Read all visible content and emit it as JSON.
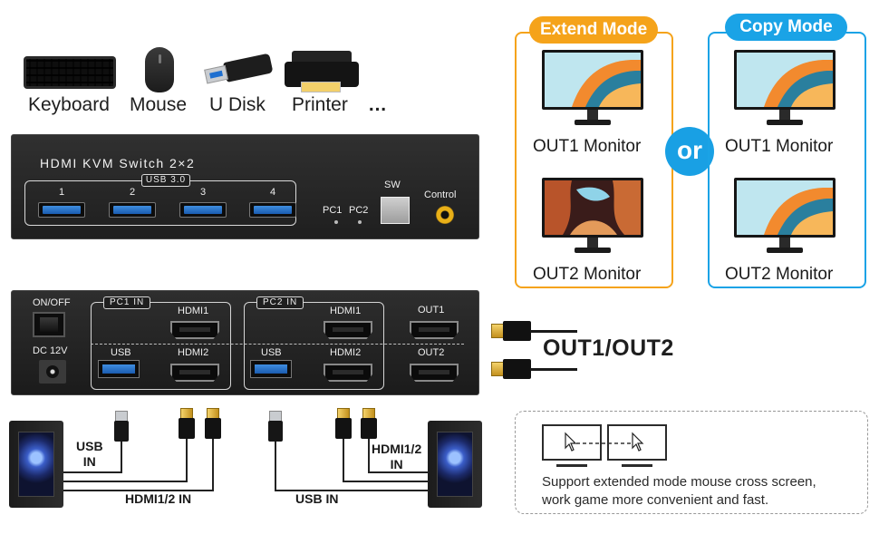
{
  "peripherals": {
    "keyboard": "Keyboard",
    "mouse": "Mouse",
    "udisk": "U Disk",
    "printer": "Printer",
    "more": "…"
  },
  "front_panel": {
    "title": "HDMI KVM Switch 2×2",
    "usb_tag": "USB 3.0",
    "ports": [
      "1",
      "2",
      "3",
      "4"
    ],
    "pc1": "PC1",
    "pc2": "PC2",
    "sw": "SW",
    "control": "Control"
  },
  "back_panel": {
    "on_off": "ON/OFF",
    "dc": "DC 12V",
    "pc1_in": "PC1 IN",
    "pc2_in": "PC2 IN",
    "hdmi1": "HDMI1",
    "hdmi2": "HDMI2",
    "usb": "USB",
    "out1": "OUT1",
    "out2": "OUT2"
  },
  "output_label": "OUT1/OUT2",
  "modes": {
    "extend": {
      "tag": "Extend Mode",
      "color": "#f5a31a",
      "monitor1": "OUT1 Monitor",
      "monitor2": "OUT2 Monitor"
    },
    "copy": {
      "tag": "Copy Mode",
      "color": "#1aa3e6",
      "monitor1": "OUT1 Monitor",
      "monitor2": "OUT2 Monitor"
    },
    "or": "or"
  },
  "connections": {
    "usb_in": "USB IN",
    "usb_in_left": "USB\nIN",
    "hdmi_in_bottom": "HDMI1/2 IN",
    "hdmi_in_right": "HDMI1/2\nIN"
  },
  "info": {
    "line1": "Support extended mode mouse cross screen,",
    "line2": "work game more convenient and fast."
  }
}
